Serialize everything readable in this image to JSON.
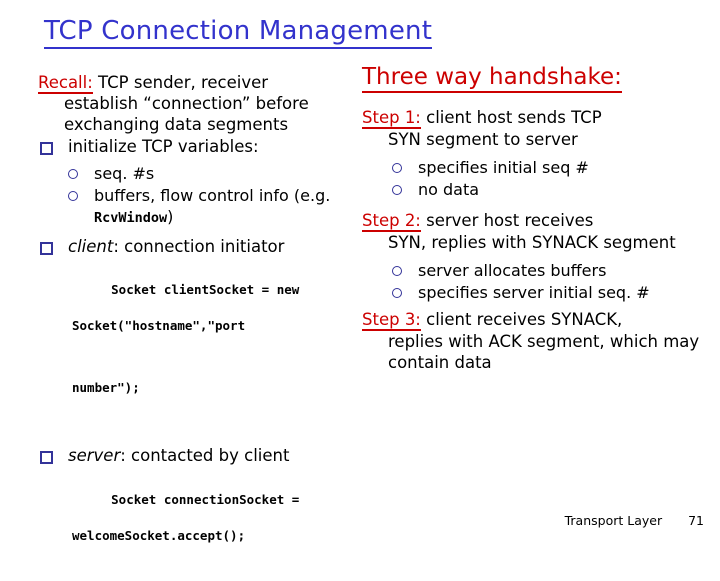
{
  "slide": {
    "title": "TCP Connection Management",
    "title_color": "#3333CC",
    "accent_red": "#CC0000",
    "bullet_color": "#333399"
  },
  "left": {
    "recall_label": "Recall:",
    "recall_lead": " TCP sender, receiver",
    "recall_cont": "establish “connection” before exchanging data segments",
    "bullet_initialize": "initialize TCP variables:",
    "sub_seq": "seq. #s",
    "sub_buffers": "buffers, flow control info (e.g. ",
    "sub_buffers_code": "RcvWindow",
    "sub_buffers_tail": ")",
    "client_label": "client",
    "client_text": ": connection initiator",
    "client_code_l1": "Socket clientSocket = new",
    "client_code_l2": "Socket(\"hostname\",\"port",
    "client_code_l3": "number\");",
    "server_label": "server",
    "server_text": ": contacted by client",
    "server_code_l1": "Socket connectionSocket =",
    "server_code_l2": "welcomeSocket.accept();"
  },
  "right": {
    "heading": "Three way handshake:",
    "step1_label": "Step 1:",
    "step1_lead": " client host sends TCP",
    "step1_cont": "SYN segment to server",
    "step1_sub1": "specifies initial seq #",
    "step1_sub2": "no data",
    "step2_label": "Step 2:",
    "step2_lead": " server host receives",
    "step2_cont": "SYN, replies with SYNACK segment",
    "step2_sub1": "server allocates buffers",
    "step2_sub2": "specifies server initial seq. #",
    "step3_label": "Step 3:",
    "step3_lead": " client receives SYNACK,",
    "step3_cont": "replies with ACK segment, which may contain data"
  },
  "footer": {
    "chapter": "Transport Layer",
    "page": "71"
  }
}
